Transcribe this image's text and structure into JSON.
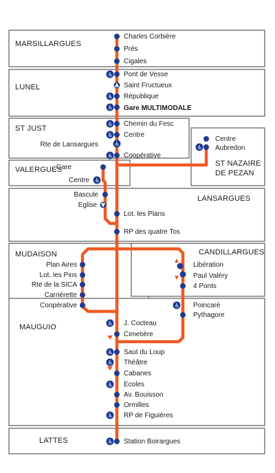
{
  "towns": {
    "marsillargues": "MARSILLARGUES",
    "lunel": "LUNEL",
    "st_just": "ST JUST",
    "st_nazaire_line1": "ST NAZAIRE",
    "st_nazaire_line2": "DE PEZAN",
    "valergues": "VALERGUES",
    "lansargues": "LANSARGUES",
    "mudaison": "MUDAISON",
    "candillargues": "CANDILLARGUES",
    "mauguio": "MAUGUIO",
    "lattes": "LATTES"
  },
  "stops": {
    "charles_corbiere": "Charles Corbière",
    "pres": "Prés",
    "cigales": "Cigales",
    "pont_de_vesse": "Pont de Vesse",
    "saint_fructueux": "Saint Fructueux",
    "republique": "République",
    "gare_multimodale": "Gare MULTIMODALE",
    "chemin_du_fesc": "Chemin du Fesc",
    "centre_st_just": "Centre",
    "rte_de_lansargues": "Rte de Lansargues",
    "cooperative_st_just": "Coopérative",
    "centre_st_nazaire": "Centre",
    "aubredon": "Aubredon",
    "gare_valergues": "Gare",
    "centre_valergues": "Centre",
    "bascule": "Bascule",
    "eglise": "Eglise",
    "lot_les_plans": "Lot. les Plans",
    "rp_des_quatre_tos": "RP des quatre Tos",
    "plan_aires": "Plan Aires",
    "lot_les_pins": "Lot. les Pins",
    "rte_de_la_sica": "Rte de la SICA",
    "carrierette": "Carriérette",
    "cooperative_mudaison": "Coopérative",
    "liberation": "Libération",
    "paul_valery": "Paul Valéry",
    "quatre_ponts": "4 Ponts",
    "poincare": "Poincaré",
    "pythagore": "Pythagore",
    "j_cocteau": "J. Cocteau",
    "cimetiere": "Cimetière",
    "saut_du_loup": "Saut du Loup",
    "theatre": "Théâtre",
    "cabanes": "Cabanes",
    "ecoles": "Ecoles",
    "av_bouisson": "Av. Bouisson",
    "ormilles": "Ormilles",
    "rp_de_figuieres": "RP de Figuières",
    "station_boirargues": "Station Boirargues"
  },
  "colors": {
    "line": "#ef5a24",
    "stop_dot": "#1f3b8f",
    "border": "#3a3a3a"
  },
  "icons": {
    "accessible": "wheelchair-icon",
    "direction": "triangle-icon"
  }
}
